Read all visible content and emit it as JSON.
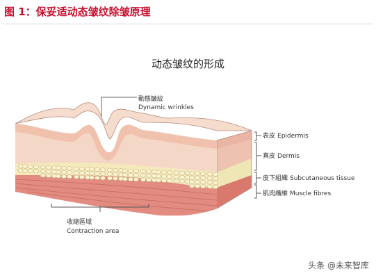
{
  "figure_title": "图 1：保妥适动态皱纹除皱原理",
  "diagram_title": "动态皱纹的形成",
  "callout": {
    "zh": "動態皺紋",
    "en": "Dynamic wrinkles"
  },
  "contraction": {
    "zh": "收縮區域",
    "en": "Contraction area"
  },
  "layers": [
    {
      "zh": "表皮",
      "en": "Epidermis"
    },
    {
      "zh": "真皮",
      "en": "Dermis"
    },
    {
      "zh": "皮下組織",
      "en": "Subcutaneous tissue"
    },
    {
      "zh": "肌肉纖維",
      "en": "Muscle fibres"
    }
  ],
  "watermark": "头条 @未来智库",
  "colors": {
    "title": "#c8102e",
    "epidermis": "#f3c9b6",
    "dermis": "#f5d7c8",
    "fat": "#f4ebc0",
    "muscle": "#e38a80"
  }
}
